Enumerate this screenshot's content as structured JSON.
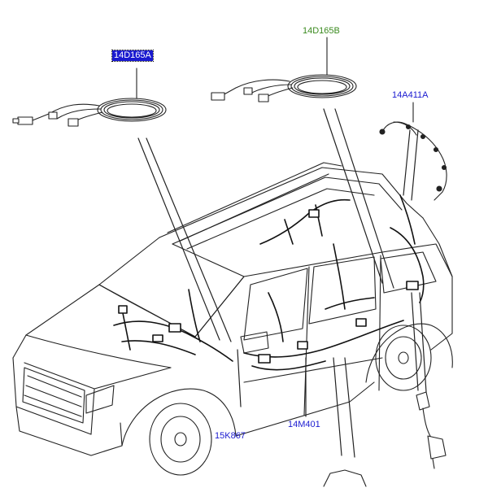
{
  "callouts": {
    "harness_a": {
      "label": "14D165A",
      "color": "#1a1ad0",
      "selected": true
    },
    "harness_b": {
      "label": "14D165B",
      "color": "#3a8a1e"
    },
    "roof": {
      "label": "14A411A",
      "color": "#1a1ad0"
    },
    "front": {
      "label": "15K867",
      "color": "#1a1ad0"
    },
    "body": {
      "label": "14M401",
      "color": "#1a1ad0"
    }
  },
  "icons": [
    "wiring-harness-coil",
    "vehicle-wiring-outline",
    "connector-plug"
  ]
}
